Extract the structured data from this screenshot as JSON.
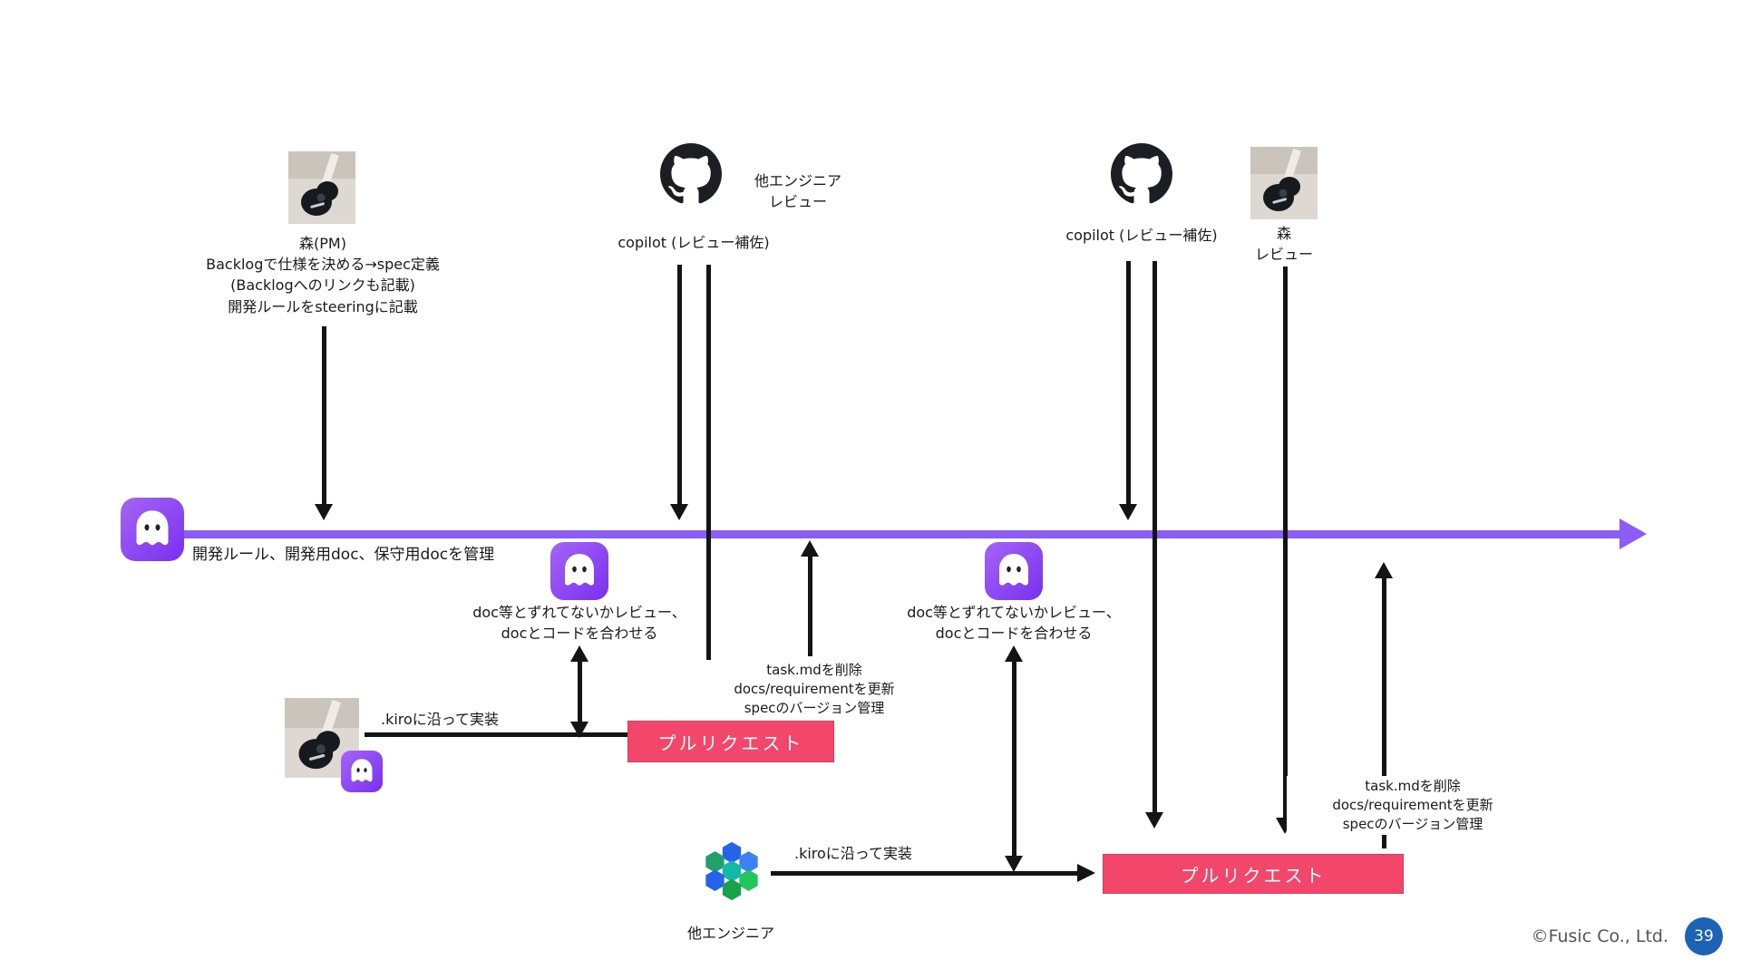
{
  "page": {
    "number": "39",
    "copyright": "©Fusic Co., Ltd."
  },
  "colors": {
    "timeline": "#8b5cf6",
    "pull_request": "#f2476a",
    "page_badge": "#1d63b5",
    "kiro_purple": "#7a2ff0"
  },
  "timeline": {
    "label": "開発ルール、開発用doc、保守用docを管理"
  },
  "pm": {
    "name": "森(PM)",
    "line1": "Backlogで仕様を決める→spec定義",
    "line2": "(Backlogへのリンクも記載)",
    "line3": "開発ルールをsteeringに記載"
  },
  "review_left": {
    "line1": "他エンジニア",
    "line2": "レビュー",
    "copilot": "copilot (レビュー補佐)"
  },
  "review_right": {
    "copilot": "copilot (レビュー補佐)",
    "mori_line1": "森",
    "mori_line2": "レビュー"
  },
  "kiro_left": {
    "line1": "doc等とずれてないかレビュー、",
    "line2": "docとコードを合わせる"
  },
  "kiro_right": {
    "line1": "doc等とずれてないかレビュー、",
    "line2": "docとコードを合わせる"
  },
  "impl_left": {
    "label": ".kiroに沿って実装"
  },
  "impl_right": {
    "label": ".kiroに沿って実装",
    "actor": "他エンジニア"
  },
  "pr_left": {
    "label": "プルリクエスト"
  },
  "pr_right": {
    "label": "プルリクエスト"
  },
  "post_merge_left": {
    "line1": "task.mdを削除",
    "line2": "docs/requirementを更新",
    "line3": "specのバージョン管理"
  },
  "post_merge_right": {
    "line1": "task.mdを削除",
    "line2": "docs/requirementを更新",
    "line3": "specのバージョン管理"
  }
}
